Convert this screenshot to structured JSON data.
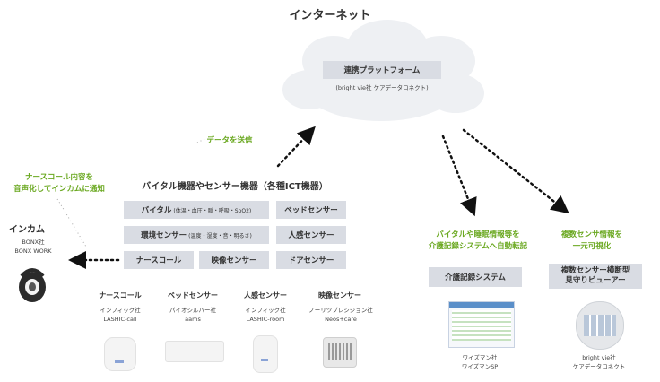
{
  "title": "インターネット",
  "platform": {
    "label": "連携プラットフォーム",
    "sub": "(bright vie社 ケアデータコネクト)"
  },
  "send_label": "データを送信",
  "sensor_group_title": "バイタル機器やセンサー機器（各種ICT機器）",
  "sensor_boxes": {
    "vital": "バイタル",
    "vital_detail": "(体温・血圧・脈・呼吸・SpO2)",
    "env": "環境センサー",
    "env_detail": "(温度・湿度・音・明るさ)",
    "nurse": "ナースコール",
    "video": "映像センサー",
    "bed": "ベッドセンサー",
    "human": "人感センサー",
    "door": "ドアセンサー"
  },
  "nurse_voice": {
    "line1": "ナースコール内容を",
    "line2": "音声化してインカムに通知"
  },
  "incom": {
    "title": "インカム",
    "maker": "BONX社",
    "product": "BONX WORK"
  },
  "devices": [
    {
      "title": "ナースコール",
      "maker": "インフィック社",
      "product": "LASHIC-call"
    },
    {
      "title": "ベッドセンサー",
      "maker": "パイオシルバー社",
      "product": "aams"
    },
    {
      "title": "人感センサー",
      "maker": "インフィック社",
      "product": "LASHIC-room"
    },
    {
      "title": "映像センサー",
      "maker": "ノーリツプレシジョン社",
      "product": "Neos+care"
    }
  ],
  "auto_transfer": {
    "line1": "バイタルや睡眠情報等を",
    "line2": "介護記録システムへ自動転記"
  },
  "care_system": {
    "label": "介護記録システム",
    "maker": "ワイズマン社",
    "product": "ワイズマンSP"
  },
  "unify": {
    "line1": "複数センサ情報を",
    "line2": "一元可視化"
  },
  "viewer": {
    "line1": "複数センサー横断型",
    "line2": "見守りビューアー",
    "maker": "bright vie社",
    "product": "ケアデータコネクト"
  },
  "colors": {
    "green": "#6aa820",
    "box": "#d9dce3",
    "cloud": "#eef0f3"
  }
}
